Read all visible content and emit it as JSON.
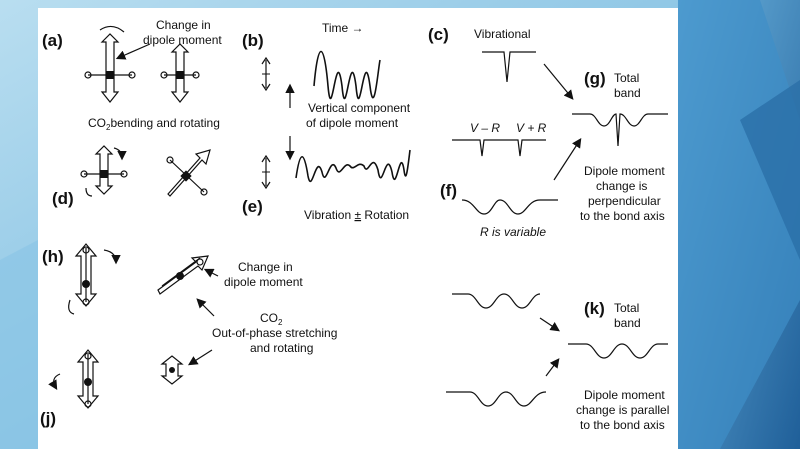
{
  "theme": {
    "background_left": "#7fbfe0",
    "background_right": "#2b78b3",
    "panel": "#ffffff",
    "ink": "#111111"
  },
  "labels": {
    "a": "(a)",
    "b": "(b)",
    "c": "(c)",
    "d": "(d)",
    "e": "(e)",
    "f": "(f)",
    "g": "(g)",
    "h": "(h)",
    "j": "(j)",
    "k": "(k)"
  },
  "captions": {
    "change_dipole_1": "Change in",
    "change_dipole_2": "dipole moment",
    "co2_bending_a": "CO",
    "co2_bending_sub": "2",
    "co2_bending_b": "bending and rotating",
    "time": "Time →",
    "vertical_component_1": "Vertical component",
    "vertical_component_2": "of dipole moment",
    "vibration_rotation_a": "Vibration ",
    "vibration_rotation_pm": "±",
    "vibration_rotation_b": " Rotation",
    "vibrational": "Vibrational",
    "v_minus_r": "V – R",
    "v_plus_r": "V + R",
    "r_is_variable": "R is variable",
    "total": "Total",
    "band": "band",
    "perp_1": "Dipole moment",
    "perp_2": "change is",
    "perp_3": "perpendicular",
    "perp_4": "to the bond axis",
    "change_dipole_h1": "Change in",
    "change_dipole_h2": "dipole moment",
    "co2_h_a": "CO",
    "co2_h_sub": "2",
    "out_of_phase_1": "Out-of-phase stretching",
    "out_of_phase_2": "and rotating",
    "total_k": "Total",
    "band_k": "band",
    "parallel_1": "Dipole moment",
    "parallel_2": "change is parallel",
    "parallel_3": "to the bond axis"
  }
}
